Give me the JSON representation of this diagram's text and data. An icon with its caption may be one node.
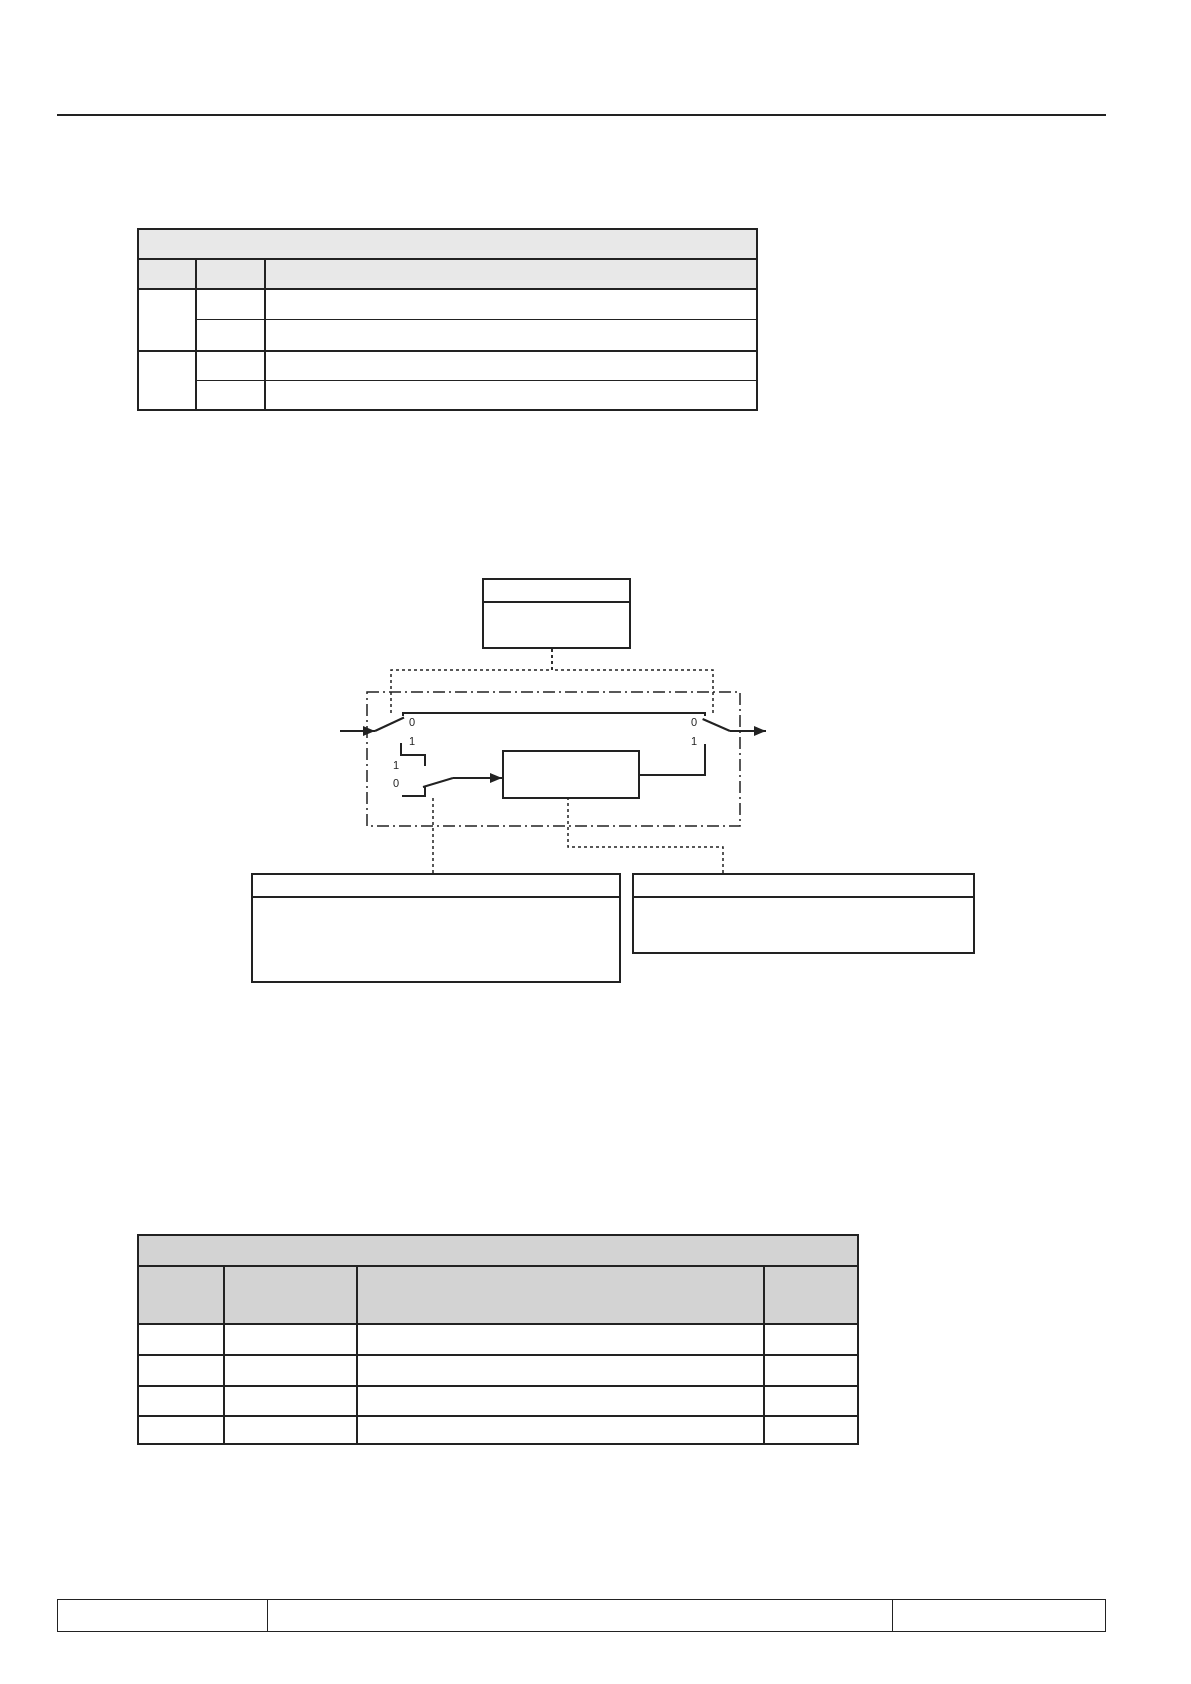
{
  "diagram": {
    "nodes": [
      {
        "text": [],
        "shape": "box"
      },
      {
        "text": [],
        "shape": "box"
      },
      {
        "text": [],
        "shape": "switch",
        "in": 1
      },
      {
        "text": [],
        "shape": "switch",
        "in": 1
      },
      {
        "text": [],
        "shape": "switch",
        "in": 1
      },
      {
        "text": [],
        "shape": "box",
        "in": 1
      },
      {
        "text": [],
        "shape": "box"
      },
      {
        "text": [],
        "shape": "box"
      }
    ],
    "edges": [
      {
        "from": null,
        "to": 2,
        "arrow": "to"
      },
      {
        "from": 3,
        "to": null,
        "arrow": "to"
      },
      {
        "from": 2,
        "to": 3,
        "arrow": "none"
      },
      {
        "from": 2,
        "to": 4,
        "arrow": "none"
      },
      {
        "from": 4,
        "to": 5,
        "arrow": "to"
      },
      {
        "from": 5,
        "to": 3,
        "arrow": "none"
      },
      {
        "from": 0,
        "to": 2,
        "arrow": "none",
        "style": "dashed"
      },
      {
        "from": 0,
        "to": 3,
        "arrow": "none",
        "style": "dashed"
      },
      {
        "from": 6,
        "to": 4,
        "arrow": "none",
        "style": "dashed"
      },
      {
        "from": 7,
        "to": 5,
        "arrow": "none",
        "style": "dashed"
      }
    ],
    "labels": [
      "0",
      "1",
      "1",
      "0",
      "0",
      "1"
    ]
  }
}
